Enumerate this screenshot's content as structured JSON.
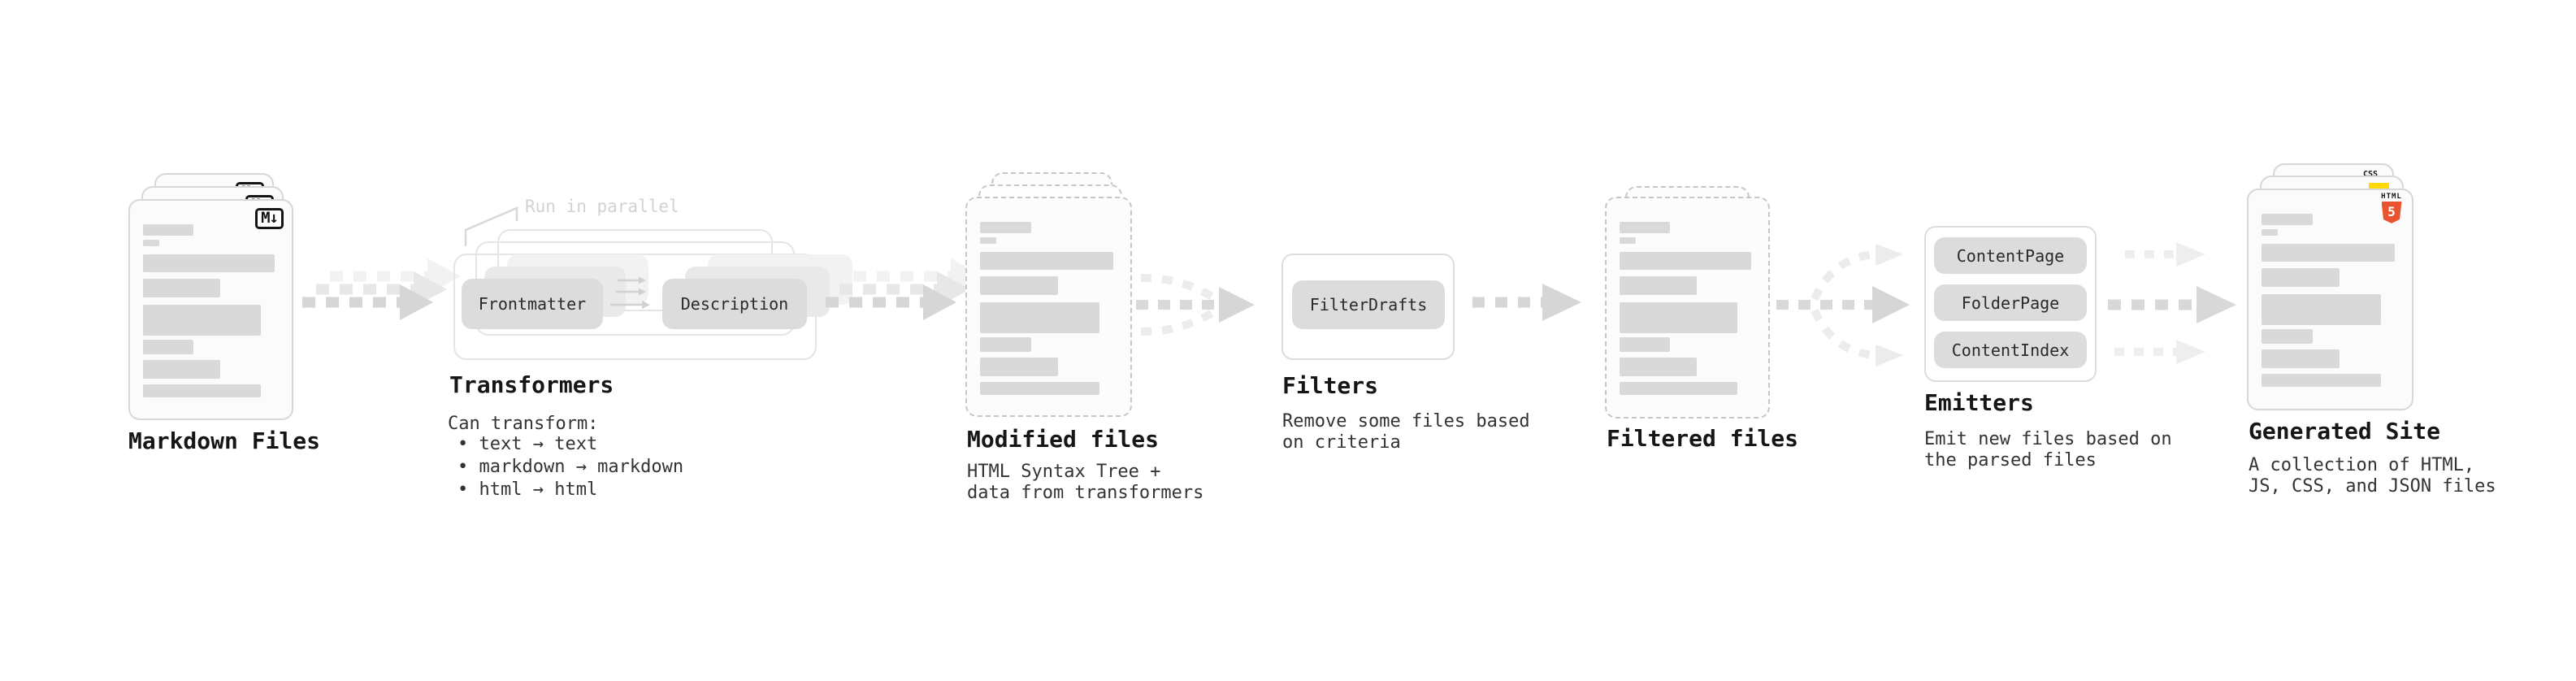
{
  "stages": {
    "markdown": {
      "label": "Markdown Files",
      "icon_text": "M↓"
    },
    "transformers": {
      "note": "Run in parallel",
      "box1": "Frontmatter",
      "box2": "Description",
      "heading": "Transformers",
      "desc_title": "Can transform:",
      "bullets": [
        "• text → text",
        "• markdown → markdown",
        "• html → html"
      ]
    },
    "modified": {
      "heading": "Modified files",
      "desc": [
        "HTML Syntax Tree +",
        "data from transformers"
      ]
    },
    "filters": {
      "heading": "Filters",
      "box": "FilterDrafts",
      "desc": [
        "Remove some files based",
        "on criteria"
      ]
    },
    "filtered": {
      "heading": "Filtered files"
    },
    "emitters": {
      "heading": "Emitters",
      "boxes": [
        "ContentPage",
        "FolderPage",
        "ContentIndex"
      ],
      "desc": [
        "Emit new files based on",
        "the parsed files"
      ]
    },
    "generated": {
      "heading": "Generated Site",
      "desc": [
        "A collection of HTML,",
        "JS, CSS, and JSON files"
      ],
      "css_icon_text": "CSS",
      "html_icon_label": "HTML",
      "html_icon_number": "5"
    }
  },
  "colors": {
    "html5_orange": "#e8542f",
    "js_yellow": "#ffd902",
    "css_blue": "#2b6de8",
    "card_border": "#d7d7d7",
    "placeholder_bar": "#d9d9d9",
    "chip_gray": "#dcdcdc",
    "arrow_gray": "#d6d6d6"
  }
}
